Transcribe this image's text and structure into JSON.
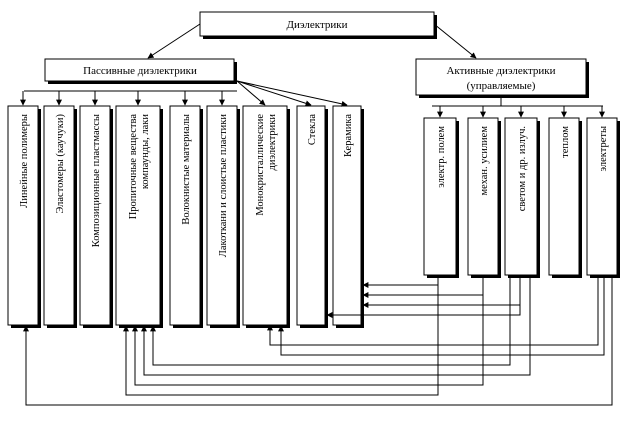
{
  "root": {
    "label": "Диэлектрики"
  },
  "passive": {
    "label": "Пассивные диэлектрики",
    "items": [
      "Линейные полимеры",
      "Эластомеры (каучуки)",
      "Композиционные пластмассы",
      "Пропиточные вещества\nкомпаунды, лаки",
      "Волокнистые материалы",
      "Лакоткани и слоистые пластики",
      "Монокристаллические\nдиэлектрики",
      "Стекла",
      "Керамика"
    ]
  },
  "active": {
    "label_line1": "Активные диэлектрики",
    "label_line2": "(управляемые)",
    "items": [
      "электр. полем",
      "механ. усилием",
      "светом и др. излуч.",
      "теплом",
      "электреты"
    ]
  },
  "colors": {
    "stroke": "#000000",
    "fill": "#ffffff"
  }
}
